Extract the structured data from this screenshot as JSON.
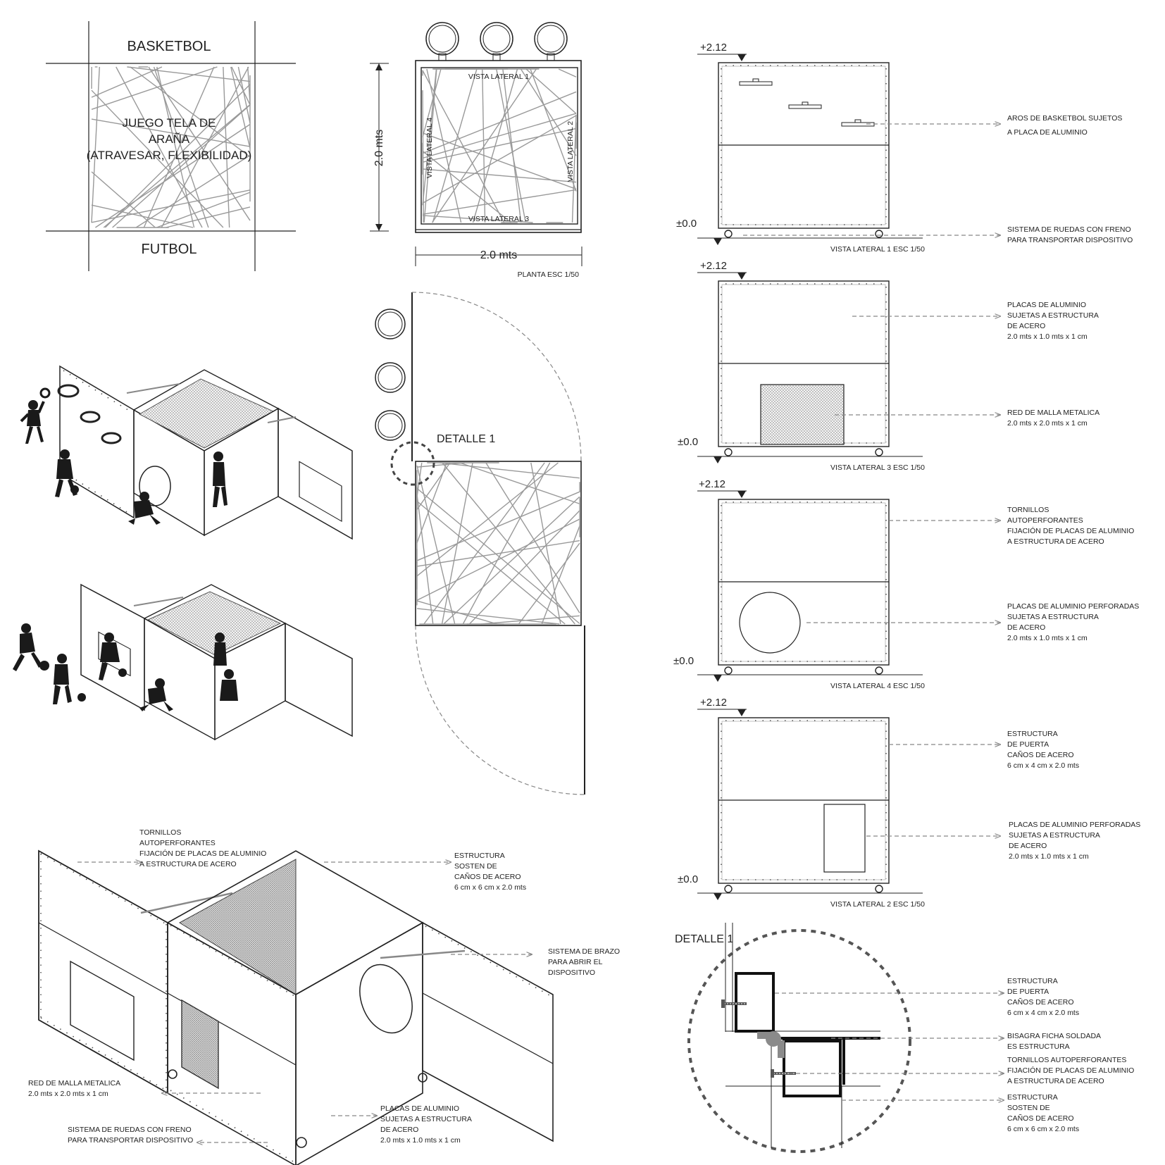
{
  "concept": {
    "top_label": "BASKETBOL",
    "bottom_label": "FUTBOL",
    "center_lines": [
      "JUEGO TELA DE",
      "ARAÑA",
      "(ATRAVESAR, FLEXIBILIDAD)"
    ]
  },
  "plan": {
    "side_top": "VISTA LATERAL 1",
    "side_right": "VISTA LATERAL 2",
    "side_bottom": "VISTA LATERAL 3",
    "side_left": "VISTA LATERAL 4",
    "dim_vertical": "2.0 mts",
    "dim_horizontal": "2.0 mts",
    "scale": "PLANTA ESC 1/50"
  },
  "open_plan": {
    "detail_label": "DETALLE 1"
  },
  "elevations": [
    {
      "level_top": "+2.12",
      "level_bottom": "±0.0",
      "caption": "VISTA LATERAL 1 ESC 1/50",
      "notes": [
        [
          "AROS DE BASKETBOL SUJETOS",
          "A PLACA DE ALUMINIO"
        ],
        [
          "SISTEMA DE RUEDAS CON FRENO",
          "PARA TRANSPORTAR DISPOSITIVO"
        ]
      ]
    },
    {
      "level_top": "+2.12",
      "level_bottom": "±0.0",
      "caption": "VISTA LATERAL 3 ESC 1/50",
      "notes": [
        [
          "PLACAS DE ALUMINIO",
          "SUJETAS A ESTRUCTURA",
          "DE ACERO",
          "2.0 mts x 1.0 mts x 1 cm"
        ],
        [
          "RED DE MALLA METALICA",
          "2.0 mts x 2.0 mts x 1 cm"
        ]
      ]
    },
    {
      "level_top": "+2.12",
      "level_bottom": "±0.0",
      "caption": "VISTA LATERAL 4 ESC 1/50",
      "notes": [
        [
          "TORNILLOS",
          "AUTOPERFORANTES",
          "FIJACIÓN DE PLACAS DE ALUMINIO",
          "A ESTRUCTURA DE ACERO"
        ],
        [
          "PLACAS DE ALUMINIO PERFORADAS",
          "SUJETAS A ESTRUCTURA",
          "DE ACERO",
          "2.0 mts x 1.0 mts x 1 cm"
        ]
      ]
    },
    {
      "level_top": "+2.12",
      "level_bottom": "±0.0",
      "caption": "VISTA LATERAL 2 ESC 1/50",
      "notes": [
        [
          "ESTRUCTURA",
          "DE PUERTA",
          "CAÑOS DE ACERO",
          "6 cm x 4 cm x 2.0 mts"
        ],
        [
          "PLACAS DE ALUMINIO PERFORADAS",
          "SUJETAS A ESTRUCTURA",
          "DE ACERO",
          "2.0 mts x 1.0 mts x 1 cm"
        ]
      ]
    }
  ],
  "detail": {
    "title": "DETALLE 1",
    "notes": [
      [
        "ESTRUCTURA",
        "DE PUERTA",
        "CAÑOS DE ACERO",
        "6 cm x 4 cm x 2.0 mts"
      ],
      [
        "BISAGRA FICHA SOLDADA",
        "ES ESTRUCTURA"
      ],
      [
        "TORNILLOS AUTOPERFORANTES",
        "FIJACIÓN DE PLACAS DE ALUMINIO",
        "A ESTRUCTURA DE ACERO"
      ],
      [
        "ESTRUCTURA",
        "SOSTEN DE",
        "CAÑOS DE ACERO",
        "6 cm x 6 cm x 2.0 mts"
      ]
    ]
  },
  "isometric": {
    "notes": {
      "screws": [
        "TORNILLOS",
        "AUTOPERFORANTES",
        "FIJACIÓN DE PLACAS DE ALUMINIO",
        "A ESTRUCTURA DE ACERO"
      ],
      "structure": [
        "ESTRUCTURA",
        "SOSTEN DE",
        "CAÑOS DE ACERO",
        "6 cm x 6 cm x 2.0 mts"
      ],
      "arm": [
        "SISTEMA DE BRAZO",
        "PARA ABRIR EL",
        "DISPOSITIVO"
      ],
      "mesh": [
        "RED DE MALLA METALICA",
        "2.0 mts x 2.0 mts x 1 cm"
      ],
      "plates": [
        "PLACAS DE ALUMINIO",
        "SUJETAS A ESTRUCTURA",
        "DE ACERO",
        "2.0 mts x 1.0 mts x 1 cm"
      ],
      "wheels": [
        "SISTEMA DE RUEDAS CON FRENO",
        "PARA TRANSPORTAR DISPOSITIVO"
      ]
    }
  },
  "colors": {
    "ink": "#222222",
    "web": "#999999",
    "mesh": "#bdbdbd",
    "hinge": "#8a8a8a"
  }
}
